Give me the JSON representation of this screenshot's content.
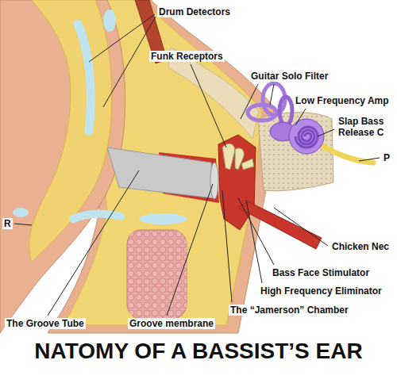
{
  "diagram": {
    "title": "NATOMY OF A BASSIST’S EAR",
    "labels": [
      "Drum Detectors",
      "Funk Receptors",
      "Guitar Solo Filter",
      "Low Frequency Amp",
      "Slap Bass Release C",
      "P",
      "R",
      "Chicken Nec",
      "Bass Face Stimulator",
      "High Frequency Eliminator",
      "The “Jamerson” Chamber",
      "Groove membrane",
      "The Groove Tube"
    ]
  }
}
